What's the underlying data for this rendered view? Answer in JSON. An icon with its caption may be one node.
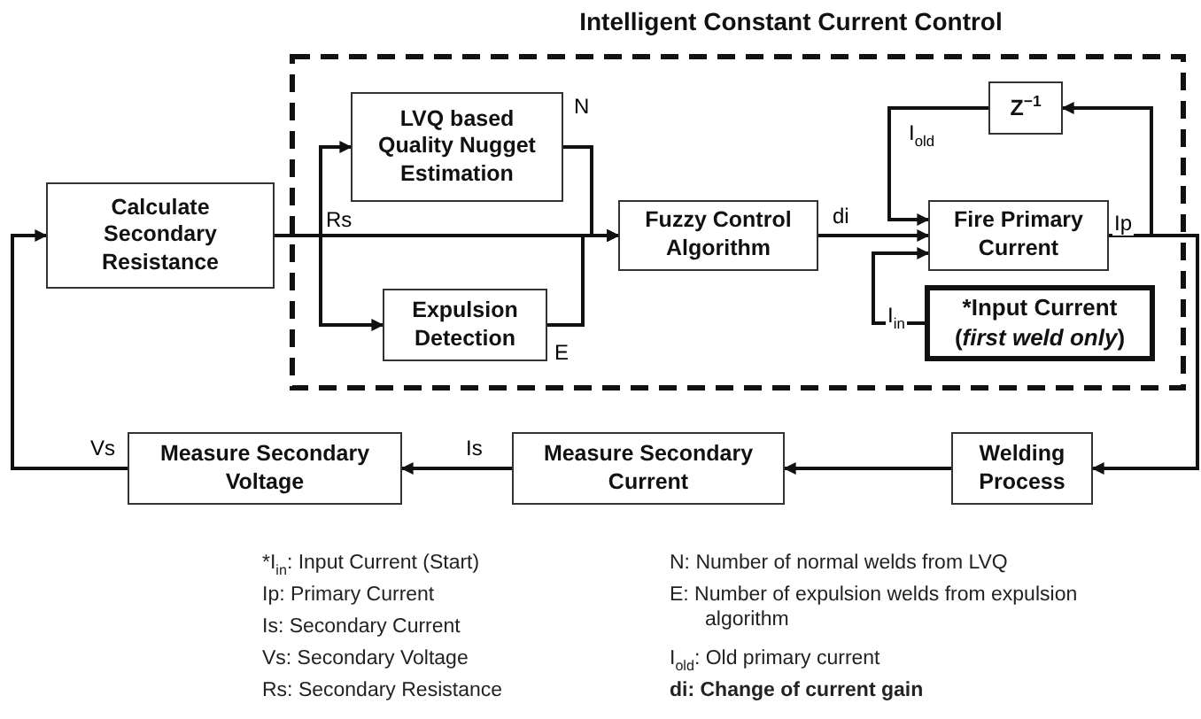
{
  "diagram": {
    "nodes": [
      {
        "text": [
          "Intelligent Constant Current Control"
        ]
      },
      {
        "text": [
          "Calculate Secondary Resistance"
        ]
      },
      {
        "text": [
          "LVQ based Quality Nugget Estimation"
        ],
        "in": 0
      },
      {
        "text": [
          "Expulsion Detection"
        ],
        "in": 0
      },
      {
        "text": [
          "Fuzzy Control Algorithm"
        ],
        "in": 0
      },
      {
        "text": [
          "Z$^{−1}$"
        ],
        "in": 0
      },
      {
        "text": [
          "Fire Primary Current"
        ],
        "in": 0
      },
      {
        "text": [
          "*Input Current",
          "(*first weld only*)"
        ],
        "in": 0
      },
      {
        "text": [
          "Welding Process"
        ]
      },
      {
        "text": [
          "Measure Secondary Current"
        ]
      },
      {
        "text": [
          "Measure Secondary Voltage"
        ]
      }
    ],
    "edges": [
      {
        "from": 1,
        "to": 4,
        "arrow": "to",
        "label": "Rs"
      },
      {
        "from": 1,
        "to": 2,
        "arrow": "to"
      },
      {
        "from": 1,
        "to": 3,
        "arrow": "to"
      },
      {
        "from": 2,
        "to": 4,
        "arrow": "to",
        "label": "N"
      },
      {
        "from": 3,
        "to": 4,
        "arrow": "to",
        "label": "E"
      },
      {
        "from": 4,
        "to": 6,
        "arrow": "to",
        "label": "di"
      },
      {
        "from": 6,
        "to": 8,
        "arrow": "to",
        "label": "Ip"
      },
      {
        "from": 6,
        "to": 5,
        "arrow": "to"
      },
      {
        "from": 5,
        "to": 6,
        "arrow": "to",
        "label": "I$_{old}$"
      },
      {
        "from": 7,
        "to": 6,
        "arrow": "to",
        "label": "I$_{in}$"
      },
      {
        "from": 8,
        "to": 9,
        "arrow": "to"
      },
      {
        "from": 9,
        "to": 10,
        "arrow": "to",
        "label": "Is"
      },
      {
        "from": 10,
        "to": 1,
        "arrow": "to",
        "label": "Vs"
      }
    ],
    "labels": [
      "*I$_{in}$: Input Current (Start)",
      "Ip: Primary Current",
      "Is: Secondary Current",
      "Vs: Secondary Voltage",
      "Rs: Secondary Resistance",
      "N: Number of normal welds from LVQ",
      "E: Number of expulsion welds from expulsion algorithm",
      "I$_{old}$: Old primary current",
      "di: Change of current gain"
    ]
  }
}
